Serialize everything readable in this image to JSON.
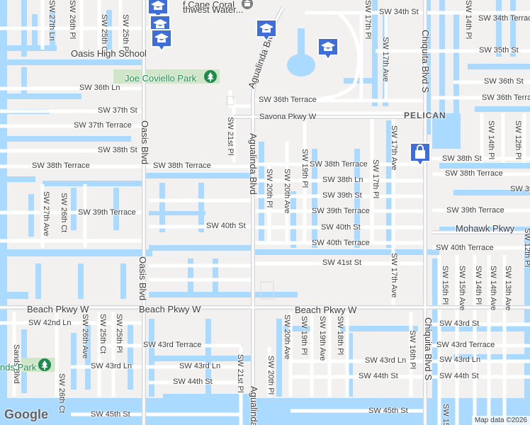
{
  "colors": {
    "water": "#aadaff",
    "land": "#f2f1ef",
    "road": "#ffffff",
    "major_road": "#d6d8dc",
    "park": "#cfe6c8",
    "poi_green": "#1e8a4c",
    "pin_blue": "#3f6fd6"
  },
  "streets": {
    "sw_27th_ln": "SW 27th Ln",
    "sw_26th_pl": "SW 26th Pl",
    "sw_25th_ct": "SW 25th Ct",
    "sw_25th_pl": "SW 25th Pl",
    "sw_17th_pl_top": "SW 17th Pl",
    "sw_34th_st": "SW 34th St",
    "sw_14th_pl_top": "SW 14th Pl",
    "sw_34th_ter": "SW 34th Terrace",
    "sw_35th_st": "SW 35th St",
    "sw_17th_ave_top": "SW 17th Ave",
    "chiquita_top": "Chiquita Blvd S",
    "agualinda_top": "Agualinda Blvd",
    "sw_36th_st": "SW 36th St",
    "sw_36th_ter_mid": "SW 36th Terrace",
    "sw_36th_ter_right": "SW 36th Terrace",
    "sw_36th_ln": "SW 36th Ln",
    "sw_37th_st": "SW 37th St",
    "savona": "Savona Pkwy W",
    "sw_37th_ter": "SW 37th Terrace",
    "oasis_top": "Oasis Blvd",
    "sw_21st_pl_top": "SW 21st Pl",
    "agualinda_mid": "Agualinda Blvd",
    "sw_17th_ave_mid": "SW 17th Ave",
    "sw_14th_pl_mid": "SW 14th Pl",
    "sw_12th_pl_mid": "SW 12th Pl",
    "sw_38th_st_left": "SW 38th St",
    "sw_38th_st_right": "SW 38th St",
    "sw_38th_ter_left": "SW 38th Terrace",
    "sw_38th_ter_mid": "SW 38th Terrace",
    "sw_38th_ter_c": "SW 38th Terrace",
    "sw_38th_ter_right": "SW 38th Terrace",
    "sw_19th_pl": "SW 19th Pl",
    "sw_20th_pl": "SW 20th Pl",
    "sw_20th_ave": "SW 20th Ave",
    "sw_17th_pl_mid": "SW 17th Pl",
    "sw_38th_ln": "SW 38th Ln",
    "sw_39th_st": "SW 39th St",
    "sw_39th_right": "SW 39",
    "sw_39th_ter_left": "SW 39th Terrace",
    "sw_39th_ter_mid": "SW 39th Terrace",
    "sw_39th_ter_right": "SW 39th Terrace",
    "sw_27th_ave": "SW 27th Ave",
    "sw_26th_ct": "SW 26th Ct",
    "sw_40th_st_left": "SW 40th St",
    "sw_40th_st_mid": "SW 40th St",
    "mohawk": "Mohawk Pkwy",
    "sw_40th_ter_mid": "SW 40th Terrace",
    "sw_40th_ter_right": "SW 40th Terrace",
    "sw_12th_pl_low": "SW 12th Pl",
    "sw_41st_st": "SW 41st St",
    "oasis_low": "Oasis Blvd",
    "sw_17th_ave_low": "SW 17th Ave",
    "sw_15th_pl": "SW 15th Pl",
    "sw_15th_ave": "SW 15th Ave",
    "sw_14th_pl_low": "SW 14th Pl",
    "sw_14th_ave": "SW 14th Ave",
    "sw_13th_ave": "SW 13th Ave",
    "beach_left": "Beach Pkwy W",
    "beach_mid": "Beach Pkwy W",
    "beach_right": "Beach Pkwy W",
    "sw_42nd_ln": "SW 42nd Ln",
    "sands": "Sands Blvd",
    "sw_26th_ave": "SW 26th Ave",
    "sw_25th_ct_low": "SW 25th Ct",
    "sw_25th_pl_low": "SW 25th Pl",
    "sw_43rd_ter_left": "SW 43rd Terrace",
    "sw_43rd_ter_right": "SW 43rd Terrace",
    "sw_20th_ave_low": "SW 20th Ave",
    "sw_19th_pl_low": "SW 19th Pl",
    "sw_19th_ave": "SW 19th Ave",
    "sw_18th_pl": "SW 18th Pl",
    "sw_43rd_st": "SW 43rd St",
    "sw_16th_pl": "SW 16th Pl",
    "chiquita_low": "Chiquita Blvd S",
    "sw_43rd_ln_left": "SW 43rd Ln",
    "sw_43rd_ln_mid": "SW 43rd Ln",
    "sw_43rd_ln_c": "SW 43rd Ln",
    "sw_43rd_ln_right": "SW 43rd Ln",
    "sw_44th_st_left": "SW 44th St",
    "sw_44th_st_mid": "SW 44th St",
    "sw_44th_st_right": "SW 44th St",
    "sw_21st_pl_low": "SW 21st Pl",
    "sw_20th_pl_low": "SW 20th Pl",
    "sw_26th_ct_low": "SW 26th Ct",
    "sw_45th_st_left": "SW 45th St",
    "sw_45th_st_mid": "SW 45th St",
    "agualinda_low": "Agualinda",
    "sw_15_low": "SW 15"
  },
  "places": {
    "oasis_high": "Oasis High School",
    "coviello": "Joe Coviello Park",
    "nw_water": "f Cape Coral",
    "nw_water2": "thwest Water...",
    "sands_park": "nds Park",
    "pelican": "PELICAN"
  },
  "icons": {
    "school": "school-icon",
    "park": "park-icon",
    "shopping": "shopping-bag-icon",
    "landmark": "landmark-icon"
  },
  "attribution": {
    "map_data": "Map data ©2026",
    "logo": "Google"
  }
}
